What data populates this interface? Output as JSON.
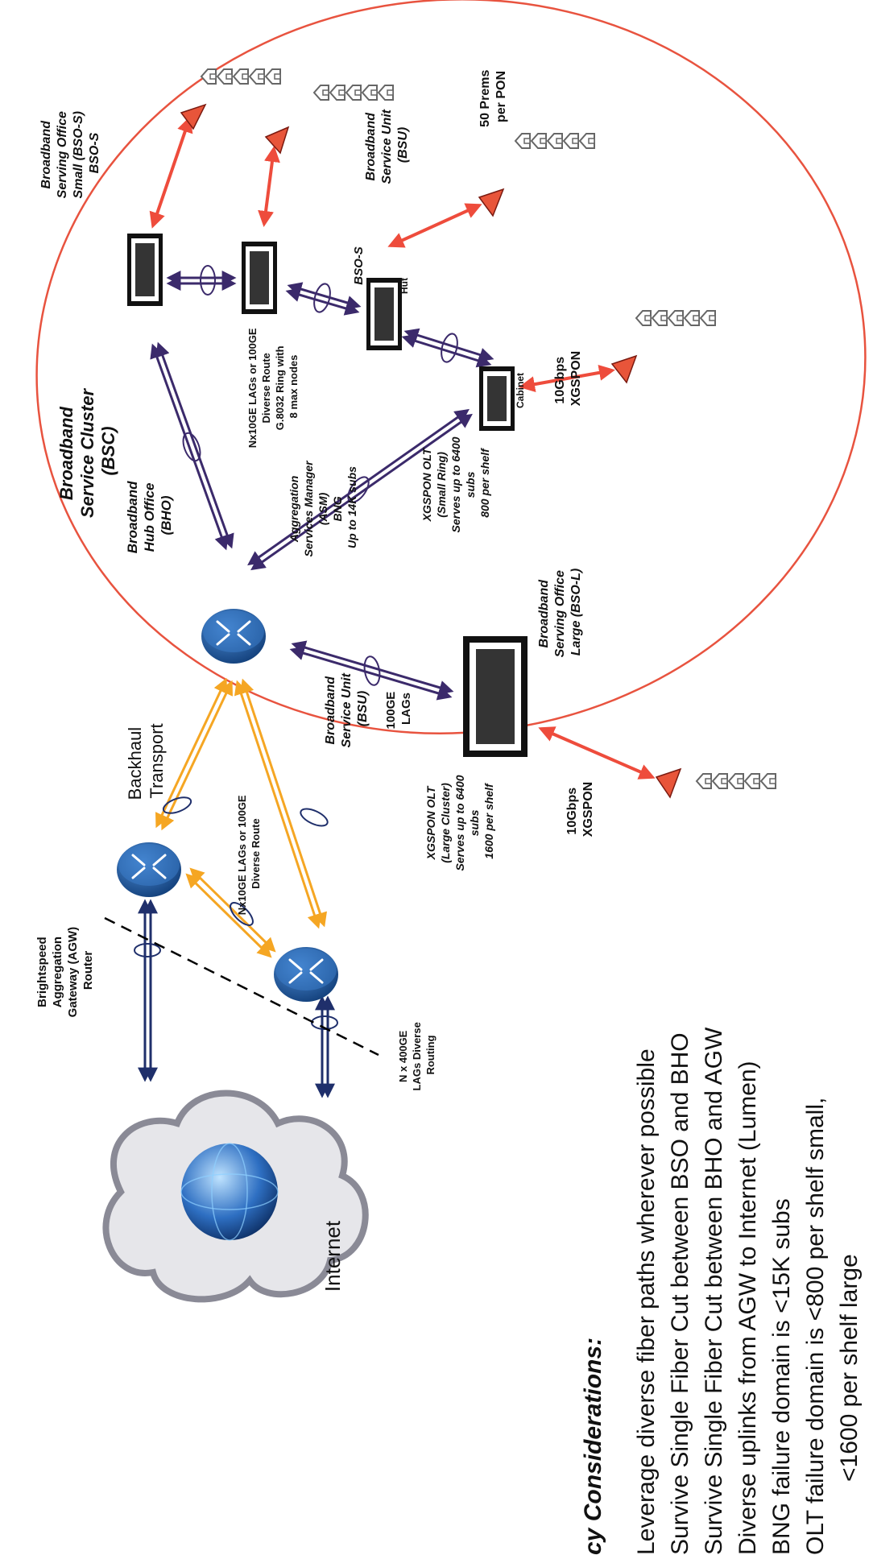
{
  "labels": {
    "bsc": [
      "Broadband",
      "Service Cluster",
      "(BSC)"
    ],
    "bso_s_top": [
      "Broadband",
      "Serving Office",
      "Small (BSO-S)",
      "BSO-S"
    ],
    "bso_s_hut": "BSO-S",
    "hut": "Hut",
    "cabinet": "Cabinet",
    "bsu_top": [
      "Broadband",
      "Service Unit",
      "(BSU)"
    ],
    "prems": [
      "50 Prems",
      "per PON"
    ],
    "ring": [
      "Nx10GE LAGs or 100GE",
      "Diverse Route",
      "G.8032 Ring with",
      "8 max nodes"
    ],
    "olt_small": [
      "XGSPON OLT",
      "(Small Ring)",
      "Serves up to 6400",
      "subs",
      "800 per shelf"
    ],
    "xgspon_cab": [
      "10Gbps",
      "XGSPON"
    ],
    "bho": [
      "Broadband",
      "Hub Office",
      "(BHO)"
    ],
    "asm": [
      "Aggregation",
      "Services Manager",
      "(ASM)",
      "BNG",
      "Up to 14K subs"
    ],
    "bso_l": [
      "Broadband",
      "Serving Office",
      "Large (BSO-L)"
    ],
    "bsu_left": [
      "Broadband",
      "Service Unit",
      "(BSU)"
    ],
    "lags100": [
      "100GE",
      "LAGs"
    ],
    "olt_large": [
      "XGSPON OLT",
      "(Large Cluster)",
      "Serves up to 6400",
      "subs",
      "1600 per shelf"
    ],
    "xgspon_large": [
      "10Gbps",
      "XGSPON"
    ],
    "backhaul": [
      "Backhaul",
      "Transport"
    ],
    "diverse_route": [
      "Nx10GE LAGs or 100GE",
      "Diverse Route"
    ],
    "agw": [
      "Brightspeed",
      "Aggregation",
      "Gateway (AGW)",
      "Router"
    ],
    "lags400": [
      "N x 400GE",
      "LAGs Diverse",
      "Routing"
    ],
    "internet": "Internet"
  },
  "considerations": {
    "title": "cy Considerations:",
    "items": [
      "Leverage diverse fiber paths wherever possible",
      "Survive Single Fiber Cut between BSO and BHO",
      "Survive Single Fiber Cut between BHO and AGW",
      "Diverse uplinks from AGW to Internet (Lumen)",
      "BNG failure domain is <15K subs",
      "OLT failure domain is <800 per shelf small,",
      "<1600 per shelf large"
    ]
  },
  "colors": {
    "ellipse": "#e8533f",
    "purple_link": "#3b2a6b",
    "navy_link": "#1f2f6b",
    "orange_link": "#f5a623",
    "red_link": "#ee4c3c",
    "router": "#1f5fa8",
    "splitter": "#e8553a"
  },
  "icons": [
    "router-icon",
    "olt-shelf-icon",
    "splitter-icon",
    "house-icon",
    "cloud-icon",
    "globe-icon"
  ]
}
